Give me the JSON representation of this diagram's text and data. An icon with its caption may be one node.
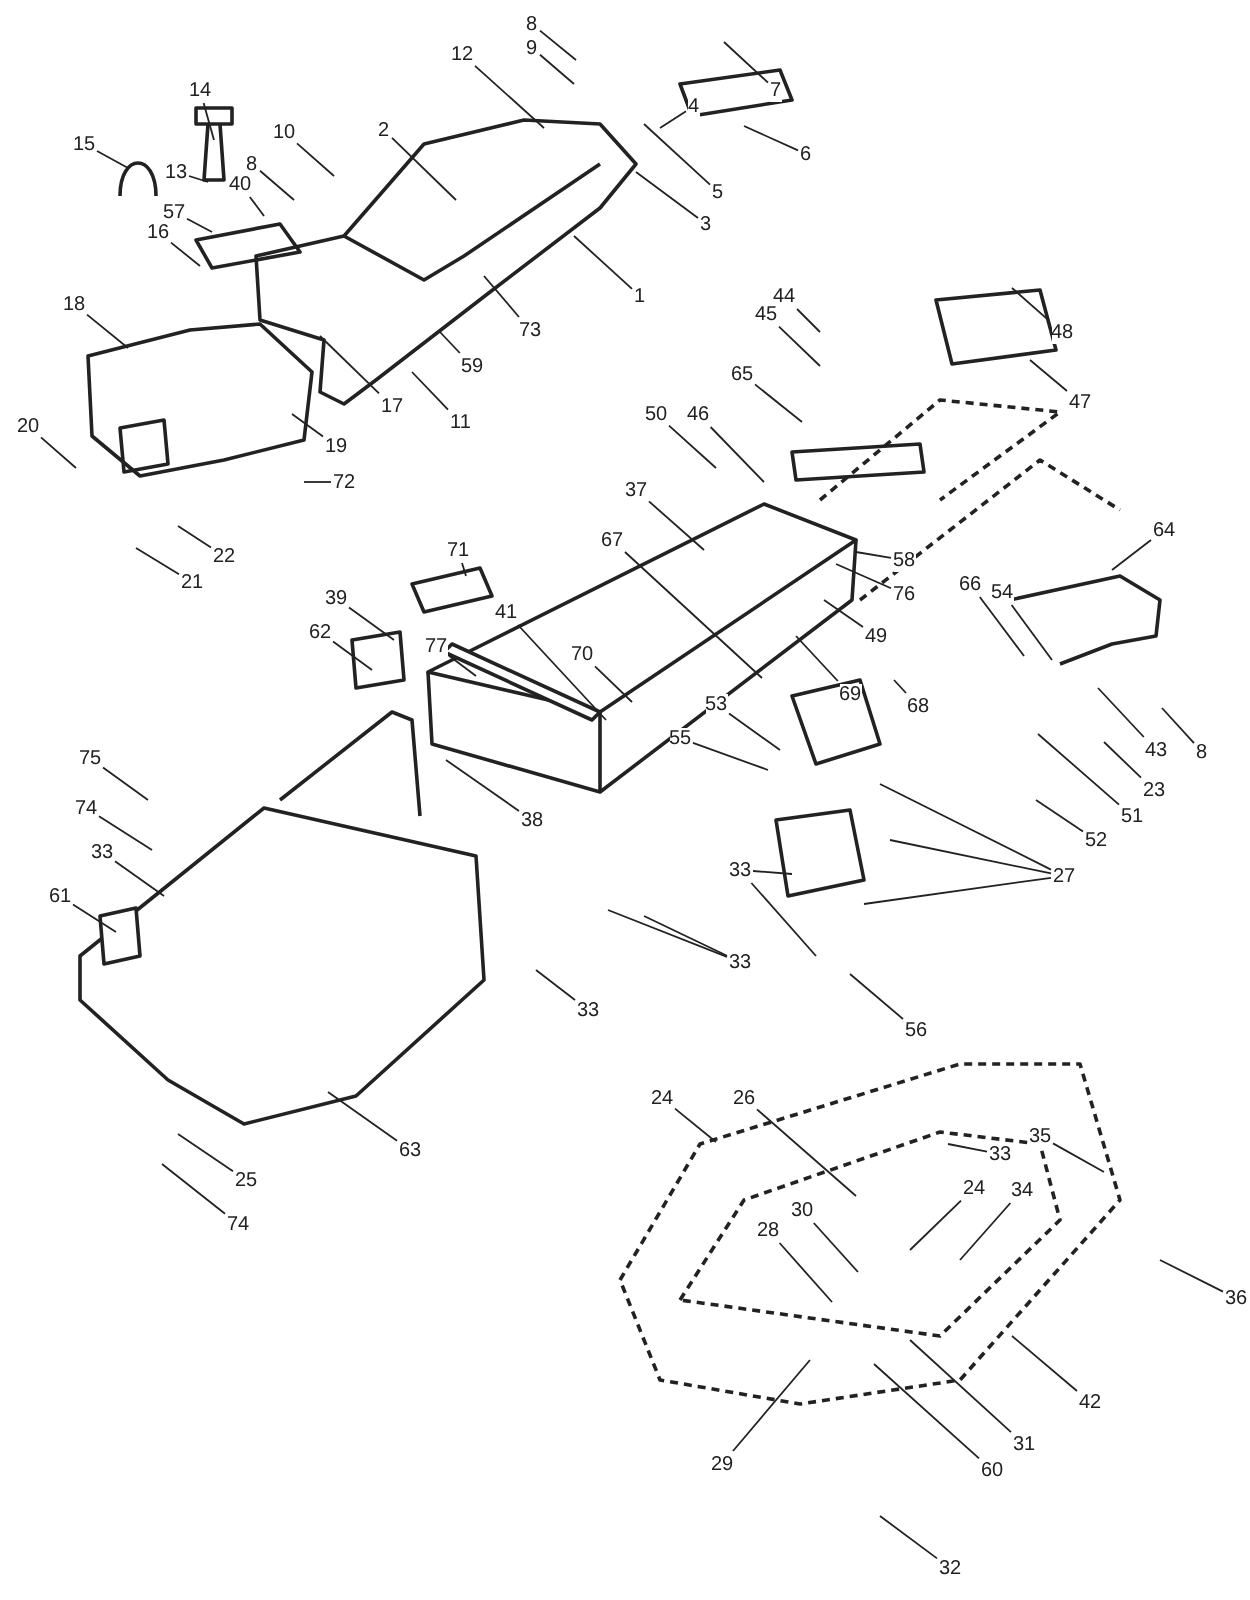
{
  "diagram": {
    "nodes": [
      {
        "text": [
          "8"
        ]
      },
      {
        "text": [
          "9"
        ]
      },
      {
        "text": [
          "12"
        ]
      },
      {
        "text": [
          "7"
        ]
      },
      {
        "text": [
          "4"
        ]
      },
      {
        "text": [
          "6"
        ]
      },
      {
        "text": [
          "5"
        ]
      },
      {
        "text": [
          "3"
        ]
      },
      {
        "text": [
          "1"
        ]
      },
      {
        "text": [
          "14"
        ]
      },
      {
        "text": [
          "2"
        ]
      },
      {
        "text": [
          "10"
        ]
      },
      {
        "text": [
          "15"
        ]
      },
      {
        "text": [
          "13"
        ]
      },
      {
        "text": [
          "40"
        ]
      },
      {
        "text": [
          "8"
        ]
      },
      {
        "text": [
          "57"
        ]
      },
      {
        "text": [
          "16"
        ]
      },
      {
        "text": [
          "18"
        ]
      },
      {
        "text": [
          "73"
        ]
      },
      {
        "text": [
          "59"
        ]
      },
      {
        "text": [
          "17"
        ]
      },
      {
        "text": [
          "11"
        ]
      },
      {
        "text": [
          "19"
        ]
      },
      {
        "text": [
          "72"
        ]
      },
      {
        "text": [
          "20"
        ]
      },
      {
        "text": [
          "22"
        ]
      },
      {
        "text": [
          "21"
        ]
      },
      {
        "text": [
          "44"
        ]
      },
      {
        "text": [
          "45"
        ]
      },
      {
        "text": [
          "48"
        ]
      },
      {
        "text": [
          "47"
        ]
      },
      {
        "text": [
          "65"
        ]
      },
      {
        "text": [
          "50"
        ]
      },
      {
        "text": [
          "46"
        ]
      },
      {
        "text": [
          "37"
        ]
      },
      {
        "text": [
          "67"
        ]
      },
      {
        "text": [
          "58"
        ]
      },
      {
        "text": [
          "76"
        ]
      },
      {
        "text": [
          "49"
        ]
      },
      {
        "text": [
          "69"
        ]
      },
      {
        "text": [
          "68"
        ]
      },
      {
        "text": [
          "64"
        ]
      },
      {
        "text": [
          "66"
        ]
      },
      {
        "text": [
          "54"
        ]
      },
      {
        "text": [
          "43"
        ]
      },
      {
        "text": [
          "8"
        ]
      },
      {
        "text": [
          "23"
        ]
      },
      {
        "text": [
          "51"
        ]
      },
      {
        "text": [
          "52"
        ]
      },
      {
        "text": [
          "53"
        ]
      },
      {
        "text": [
          "55"
        ]
      },
      {
        "text": [
          "27"
        ]
      },
      {
        "text": [
          "33"
        ]
      },
      {
        "text": [
          "33"
        ]
      },
      {
        "text": [
          "56"
        ]
      },
      {
        "text": [
          "71"
        ]
      },
      {
        "text": [
          "39"
        ]
      },
      {
        "text": [
          "62"
        ]
      },
      {
        "text": [
          "77"
        ]
      },
      {
        "text": [
          "41"
        ]
      },
      {
        "text": [
          "70"
        ]
      },
      {
        "text": [
          "38"
        ]
      },
      {
        "text": [
          "75"
        ]
      },
      {
        "text": [
          "74"
        ]
      },
      {
        "text": [
          "33"
        ]
      },
      {
        "text": [
          "61"
        ]
      },
      {
        "text": [
          "33"
        ]
      },
      {
        "text": [
          "63"
        ]
      },
      {
        "text": [
          "25"
        ]
      },
      {
        "text": [
          "74"
        ]
      },
      {
        "text": [
          "24"
        ]
      },
      {
        "text": [
          "26"
        ]
      },
      {
        "text": [
          "33"
        ]
      },
      {
        "text": [
          "24"
        ]
      },
      {
        "text": [
          "34"
        ]
      },
      {
        "text": [
          "30"
        ]
      },
      {
        "text": [
          "28"
        ]
      },
      {
        "text": [
          "35"
        ]
      },
      {
        "text": [
          "36"
        ]
      },
      {
        "text": [
          "42"
        ]
      },
      {
        "text": [
          "31"
        ]
      },
      {
        "text": [
          "60"
        ]
      },
      {
        "text": [
          "29"
        ]
      },
      {
        "text": [
          "32"
        ]
      }
    ],
    "edges": [
      {
        "from": 0,
        "to": null,
        "arrow": "none"
      },
      {
        "from": 1,
        "to": null,
        "arrow": "none"
      },
      {
        "from": 2,
        "to": null,
        "arrow": "none"
      },
      {
        "from": 3,
        "to": null,
        "arrow": "none"
      },
      {
        "from": 4,
        "to": null,
        "arrow": "none"
      },
      {
        "from": 5,
        "to": null,
        "arrow": "none"
      },
      {
        "from": 6,
        "to": null,
        "arrow": "none"
      },
      {
        "from": 7,
        "to": null,
        "arrow": "none"
      },
      {
        "from": 8,
        "to": null,
        "arrow": "none"
      },
      {
        "from": 9,
        "to": null,
        "arrow": "none"
      },
      {
        "from": 10,
        "to": null,
        "arrow": "none"
      },
      {
        "from": 11,
        "to": null,
        "arrow": "none"
      },
      {
        "from": 12,
        "to": null,
        "arrow": "none"
      },
      {
        "from": 13,
        "to": null,
        "arrow": "none"
      },
      {
        "from": 14,
        "to": null,
        "arrow": "none"
      },
      {
        "from": 15,
        "to": null,
        "arrow": "none"
      },
      {
        "from": 16,
        "to": null,
        "arrow": "none"
      },
      {
        "from": 17,
        "to": null,
        "arrow": "none"
      },
      {
        "from": 18,
        "to": null,
        "arrow": "none"
      },
      {
        "from": 19,
        "to": null,
        "arrow": "none"
      },
      {
        "from": 20,
        "to": null,
        "arrow": "none"
      },
      {
        "from": 21,
        "to": null,
        "arrow": "none"
      },
      {
        "from": 22,
        "to": null,
        "arrow": "none"
      },
      {
        "from": 23,
        "to": null,
        "arrow": "none"
      },
      {
        "from": 24,
        "to": null,
        "arrow": "none"
      },
      {
        "from": 25,
        "to": null,
        "arrow": "none"
      },
      {
        "from": 26,
        "to": null,
        "arrow": "none"
      },
      {
        "from": 27,
        "to": null,
        "arrow": "none"
      },
      {
        "from": 28,
        "to": null,
        "arrow": "none"
      },
      {
        "from": 29,
        "to": null,
        "arrow": "none"
      },
      {
        "from": 30,
        "to": null,
        "arrow": "none"
      },
      {
        "from": 31,
        "to": null,
        "arrow": "none"
      },
      {
        "from": 32,
        "to": null,
        "arrow": "none"
      },
      {
        "from": 33,
        "to": null,
        "arrow": "none"
      },
      {
        "from": 34,
        "to": null,
        "arrow": "none"
      },
      {
        "from": 35,
        "to": null,
        "arrow": "none"
      },
      {
        "from": 36,
        "to": null,
        "arrow": "none"
      },
      {
        "from": 37,
        "to": null,
        "arrow": "none"
      },
      {
        "from": 38,
        "to": null,
        "arrow": "none"
      },
      {
        "from": 39,
        "to": null,
        "arrow": "none"
      },
      {
        "from": 40,
        "to": null,
        "arrow": "none"
      },
      {
        "from": 41,
        "to": null,
        "arrow": "none"
      },
      {
        "from": 42,
        "to": null,
        "arrow": "none"
      },
      {
        "from": 43,
        "to": null,
        "arrow": "none"
      },
      {
        "from": 44,
        "to": null,
        "arrow": "none"
      },
      {
        "from": 45,
        "to": null,
        "arrow": "none"
      },
      {
        "from": 46,
        "to": null,
        "arrow": "none"
      },
      {
        "from": 47,
        "to": null,
        "arrow": "none"
      },
      {
        "from": 48,
        "to": null,
        "arrow": "none"
      },
      {
        "from": 49,
        "to": null,
        "arrow": "none"
      },
      {
        "from": 50,
        "to": null,
        "arrow": "none"
      },
      {
        "from": 51,
        "to": null,
        "arrow": "none"
      },
      {
        "from": 52,
        "to": null,
        "arrow": "none"
      },
      {
        "from": 52,
        "to": null,
        "arrow": "none"
      },
      {
        "from": 52,
        "to": null,
        "arrow": "none"
      },
      {
        "from": 53,
        "to": null,
        "arrow": "none"
      },
      {
        "from": 53,
        "to": null,
        "arrow": "none"
      },
      {
        "from": 54,
        "to": null,
        "arrow": "none"
      },
      {
        "from": 54,
        "to": null,
        "arrow": "none"
      },
      {
        "from": 55,
        "to": null,
        "arrow": "none"
      },
      {
        "from": 56,
        "to": null,
        "arrow": "none"
      },
      {
        "from": 57,
        "to": null,
        "arrow": "none"
      },
      {
        "from": 58,
        "to": null,
        "arrow": "none"
      },
      {
        "from": 59,
        "to": null,
        "arrow": "none"
      },
      {
        "from": 60,
        "to": null,
        "arrow": "none"
      },
      {
        "from": 61,
        "to": null,
        "arrow": "none"
      },
      {
        "from": 62,
        "to": null,
        "arrow": "none"
      },
      {
        "from": 63,
        "to": null,
        "arrow": "none"
      },
      {
        "from": 64,
        "to": null,
        "arrow": "none"
      },
      {
        "from": 65,
        "to": null,
        "arrow": "none"
      },
      {
        "from": 66,
        "to": null,
        "arrow": "none"
      },
      {
        "from": 67,
        "to": null,
        "arrow": "none"
      },
      {
        "from": 68,
        "to": null,
        "arrow": "none"
      },
      {
        "from": 69,
        "to": null,
        "arrow": "none"
      },
      {
        "from": 70,
        "to": null,
        "arrow": "none"
      },
      {
        "from": 71,
        "to": null,
        "arrow": "none"
      },
      {
        "from": 72,
        "to": null,
        "arrow": "none"
      },
      {
        "from": 73,
        "to": null,
        "arrow": "none"
      },
      {
        "from": 74,
        "to": null,
        "arrow": "none"
      },
      {
        "from": 75,
        "to": null,
        "arrow": "none"
      },
      {
        "from": 76,
        "to": null,
        "arrow": "none"
      },
      {
        "from": 77,
        "to": null,
        "arrow": "none"
      },
      {
        "from": 78,
        "to": null,
        "arrow": "none"
      },
      {
        "from": 79,
        "to": null,
        "arrow": "none"
      },
      {
        "from": 80,
        "to": null,
        "arrow": "none"
      },
      {
        "from": 81,
        "to": null,
        "arrow": "none"
      },
      {
        "from": 82,
        "to": null,
        "arrow": "none"
      },
      {
        "from": 83,
        "to": null,
        "arrow": "none"
      },
      {
        "from": 84,
        "to": null,
        "arrow": "none"
      }
    ]
  }
}
